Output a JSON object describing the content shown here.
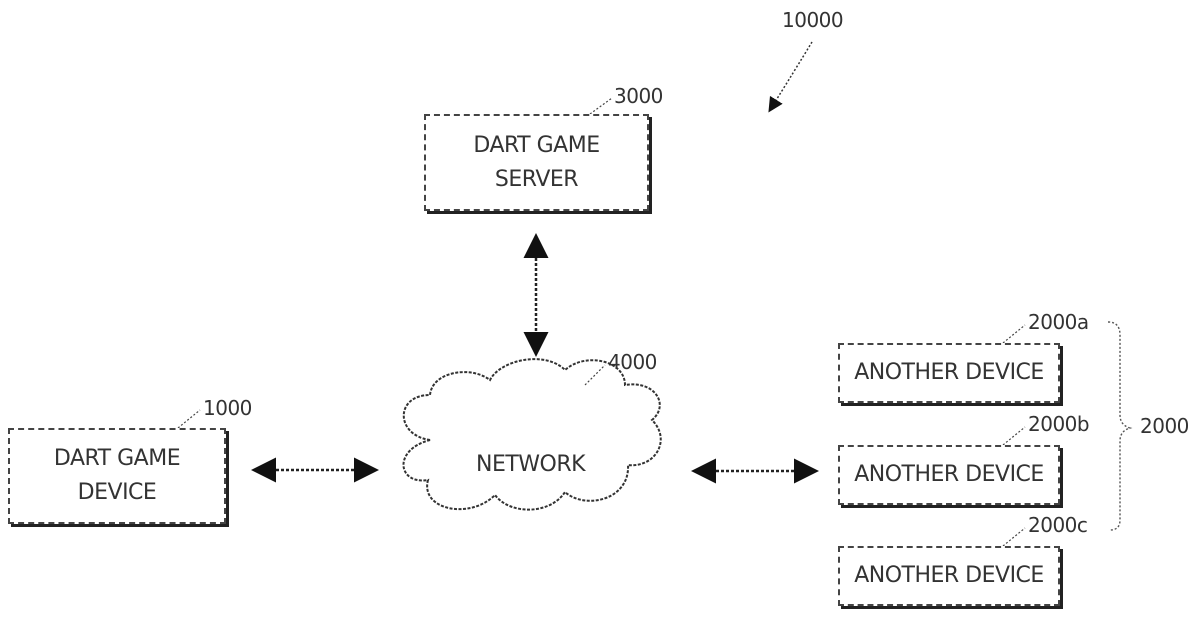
{
  "figure": {
    "system_ref": "10000",
    "nodes": {
      "server": {
        "label_line1": "DART GAME",
        "label_line2": "SERVER",
        "ref": "3000"
      },
      "device": {
        "label_line1": "DART GAME",
        "label_line2": "DEVICE",
        "ref": "1000"
      },
      "network": {
        "label": "NETWORK",
        "ref": "4000"
      },
      "other_devices": {
        "group_ref": "2000",
        "items": [
          {
            "label": "ANOTHER DEVICE",
            "ref": "2000a"
          },
          {
            "label": "ANOTHER DEVICE",
            "ref": "2000b"
          },
          {
            "label": "ANOTHER DEVICE",
            "ref": "2000c"
          }
        ]
      }
    },
    "connections": [
      {
        "from": "server",
        "to": "network",
        "type": "bidirectional"
      },
      {
        "from": "device",
        "to": "network",
        "type": "bidirectional"
      },
      {
        "from": "network",
        "to": "other_devices",
        "type": "bidirectional"
      }
    ]
  }
}
